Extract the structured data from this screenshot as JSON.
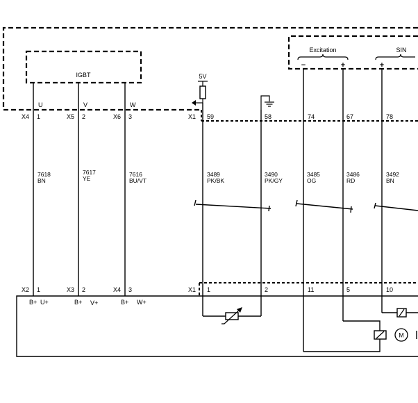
{
  "diagram": {
    "modules": {
      "igbt": "IGBT",
      "excitation": "Excitation",
      "sin": "SIN"
    },
    "supply": {
      "voltage": "5V"
    },
    "signs": {
      "excitation_minus": "−",
      "excitation_plus": "+",
      "sin_plus": "+"
    },
    "top_connectors": [
      {
        "name": "X4",
        "pin": "1",
        "terminal": "U"
      },
      {
        "name": "X5",
        "pin": "2",
        "terminal": "V"
      },
      {
        "name": "X6",
        "pin": "3",
        "terminal": "W"
      },
      {
        "name": "X1",
        "pin": "59"
      },
      {
        "pin": "58"
      },
      {
        "pin": "74"
      },
      {
        "pin": "67"
      },
      {
        "pin": "78"
      }
    ],
    "wires": [
      {
        "number": "7618",
        "color": "BN"
      },
      {
        "number": "7617",
        "color": "YE"
      },
      {
        "number": "7616",
        "color": "BU/VT"
      },
      {
        "number": "3489",
        "color": "PK/BK"
      },
      {
        "number": "3490",
        "color": "PK/GY"
      },
      {
        "number": "3485",
        "color": "OG"
      },
      {
        "number": "3486",
        "color": "RD"
      },
      {
        "number": "3492",
        "color": "BN"
      }
    ],
    "bottom_connectors": [
      {
        "name": "X2",
        "pin": "1",
        "supply": "B+",
        "terminal": "U+"
      },
      {
        "name": "X3",
        "pin": "2",
        "supply": "B+",
        "terminal": "V+"
      },
      {
        "name": "X4",
        "pin": "3",
        "supply": "B+",
        "terminal": "W+"
      },
      {
        "name": "X1",
        "pin": "1"
      },
      {
        "pin": "2"
      },
      {
        "pin": "11"
      },
      {
        "pin": "5"
      },
      {
        "pin": "10"
      }
    ],
    "motor_label": "M"
  }
}
